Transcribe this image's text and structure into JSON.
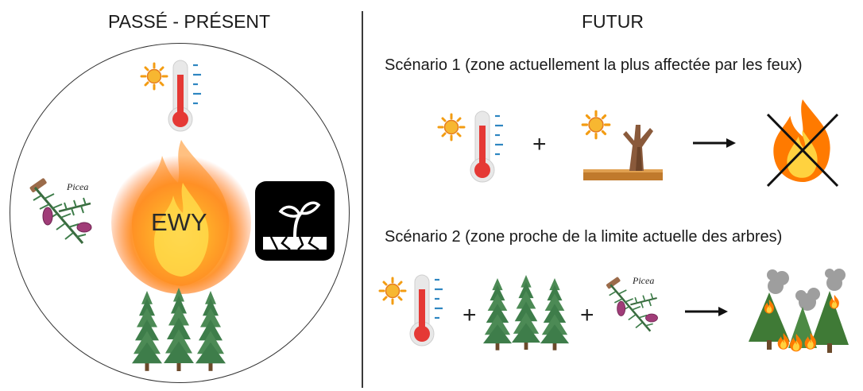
{
  "left_panel": {
    "title": "PASSÉ - PRÉSENT",
    "center_label": "EWY",
    "species_label": "Picea"
  },
  "right_panel": {
    "title": "FUTUR",
    "scenario_1": {
      "label": "Scénario 1 (zone actuellement la plus affectée par les feux)",
      "plus": "+"
    },
    "scenario_2": {
      "label": "Scénario 2 (zone proche de la limite actuelle des arbres)",
      "species_label": "Picea",
      "plus_1": "+",
      "plus_2": "+"
    }
  },
  "icons": {
    "sun": "sun-icon",
    "thermometer": "thermometer-icon",
    "fire": "fire-icon",
    "seedling": "seedling-drought-icon",
    "spruce_branch": "spruce-branch-icon",
    "spruce_trees": "spruce-trees-icon",
    "dead_tree": "dead-tree-drought-icon",
    "arrow": "arrow-right-icon",
    "crossed_fire": "crossed-fire-icon",
    "forest_fire": "forest-fire-icon"
  },
  "colors": {
    "sun": "#f39c12",
    "thermometer_red": "#e53935",
    "tick_blue": "#2e86c1",
    "fire_orange": "#ff7a00",
    "fire_yellow": "#ffd23f",
    "spruce_green": "#3e7d4a",
    "cone_purple": "#a03c78",
    "ground_brown": "#c07a2c"
  }
}
